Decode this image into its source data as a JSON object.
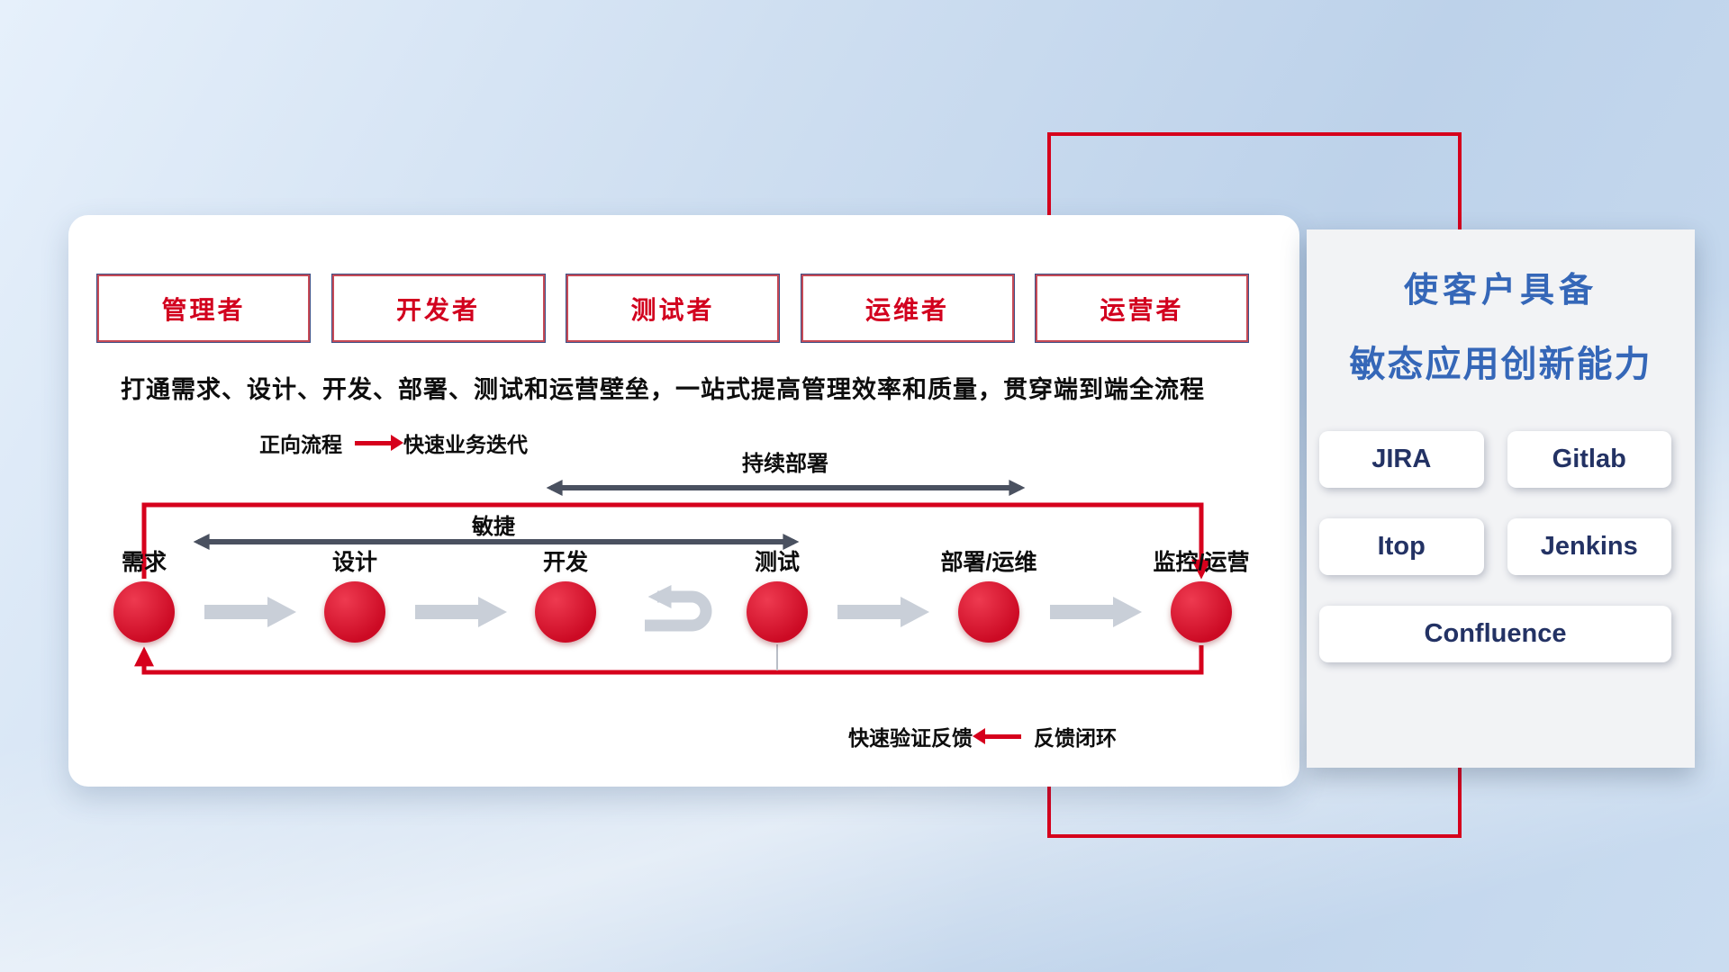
{
  "card": {
    "roles": [
      {
        "label": "管理者"
      },
      {
        "label": "开发者"
      },
      {
        "label": "测试者"
      },
      {
        "label": "运维者"
      },
      {
        "label": "运营者"
      }
    ],
    "headline": "打通需求、设计、开发、部署、测试和运营壁垒，一站式提高管理效率和质量，贯穿端到端全流程",
    "forward_legend": {
      "label": "正向流程",
      "value": "快速业务迭代"
    },
    "feedback_legend": {
      "label": "快速验证反馈",
      "value": "反馈闭环"
    },
    "continuous_deploy_label": "持续部署",
    "agile_label": "敏捷",
    "stages": [
      {
        "label": "需求"
      },
      {
        "label": "设计"
      },
      {
        "label": "开发"
      },
      {
        "label": "测试"
      },
      {
        "label": "部署/运维"
      },
      {
        "label": "监控/运营"
      }
    ]
  },
  "panel": {
    "title_line1": "使客户具备",
    "title_line2": "敏态应用创新能力",
    "tools": [
      {
        "name": "JIRA"
      },
      {
        "name": "Gitlab"
      },
      {
        "name": "Itop"
      },
      {
        "name": "Jenkins"
      },
      {
        "name": "Confluence"
      }
    ]
  },
  "colors": {
    "accent_red": "#d6001c",
    "title_blue": "#3567b8",
    "tool_navy": "#233264",
    "arrow_dark": "#4a5160",
    "arrow_gray": "#c9cfd8"
  }
}
